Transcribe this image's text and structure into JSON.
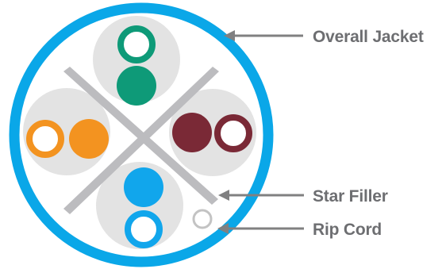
{
  "labels": {
    "jacket": "Overall Jacket",
    "filler": "Star Filler",
    "rip_cord": "Rip Cord"
  },
  "colors": {
    "jacket": "#0aa7e8",
    "pair_background": "#e3e3e3",
    "star_filler": "#bcbcbf",
    "pair_green": "#0e9a78",
    "pair_orange": "#f39320",
    "pair_brown": "#7a2936",
    "pair_blue": "#11a6ec",
    "rip_cord": "#c3c3c3",
    "callout_line": "#808081",
    "callout_text": "#6d6e71"
  },
  "icons": {
    "arrowhead": "triangle-arrow-icon"
  }
}
